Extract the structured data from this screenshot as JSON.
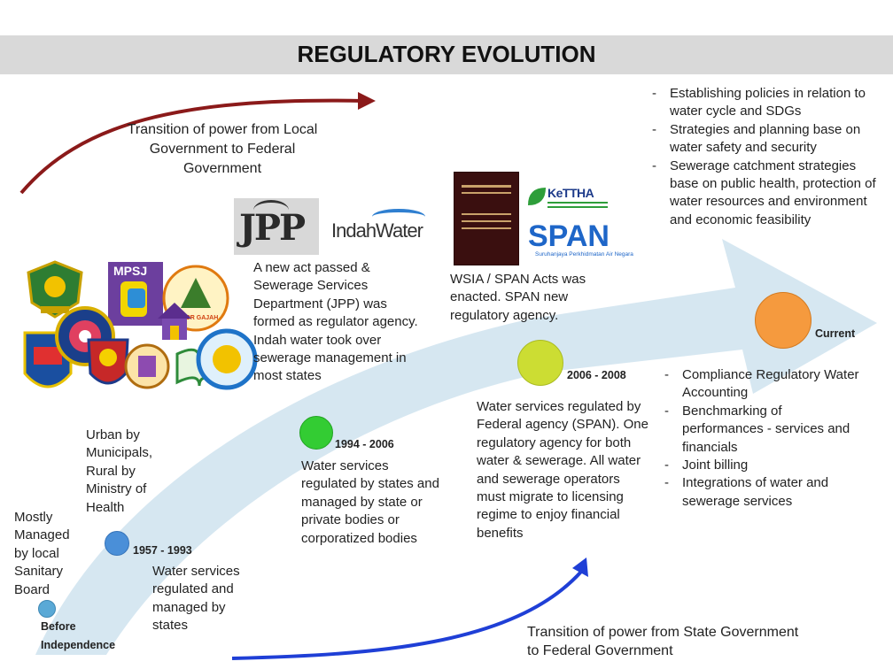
{
  "title": "REGULATORY EVOLUTION",
  "top_arrow_text": "Transition of power from Local Government to Federal Government",
  "bottom_arrow_text": "Transition of power from State Government to Federal Government",
  "stages": [
    {
      "label": "Before Independence",
      "description": "Mostly Managed by local Sanitary Board",
      "color": "#5aa9d6"
    },
    {
      "label": "1957 - 1993",
      "description": "Water services regulated and managed by states",
      "sub_note": "Urban by Municipals, Rural by Ministry of Health",
      "color": "#4a8fd8"
    },
    {
      "label": "1994 - 2006",
      "description": "Water services regulated by states and managed by state or private bodies or corporatized bodies",
      "sub_note": "A new act passed & Sewerage Services Department (JPP) was formed as regulator agency. Indah water took over sewerage management in most states",
      "color": "#33cc33"
    },
    {
      "label": "2006 - 2008",
      "description": "Water services regulated by Federal agency (SPAN). One regulatory agency for both water & sewerage. All water and sewerage operators must migrate to licensing regime to enjoy financial benefits",
      "sub_note": "WSIA / SPAN Acts was enacted. SPAN new regulatory agency.",
      "color": "#ccdd33"
    },
    {
      "label": "Current",
      "color": "#f59a3e"
    }
  ],
  "policy_bullets": [
    "Establishing policies in relation to water cycle and SDGs",
    "Strategies and planning base on water safety and security",
    "Sewerage catchment strategies base on public health, protection of water resources and environment and economic feasibility"
  ],
  "current_bullets": [
    "Compliance Regulatory Water Accounting",
    "Benchmarking of performances - services and financials",
    "Joint billing",
    "Integrations of water and sewerage services"
  ],
  "logos": {
    "jpp": "JPP",
    "indah_water": "IndahWater",
    "span": "SPAN",
    "span_tagline": "Suruhanjaya Perkhidmatan Air Negara",
    "kettha": "KeTTHA",
    "mpsj": "MPSJ",
    "alor_gajah": "ALOR GAJAH"
  }
}
